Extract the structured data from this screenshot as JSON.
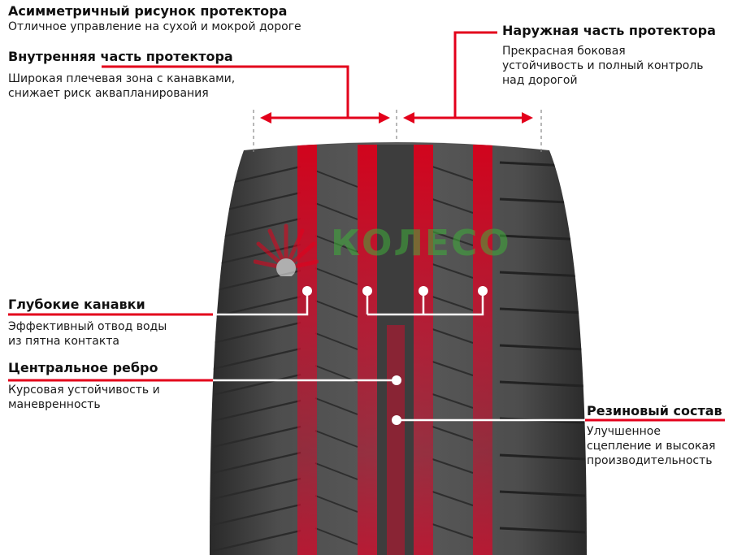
{
  "colors": {
    "accent": "#e3001b",
    "tire": "#4a4a4a",
    "watermark_green": "#3fae3a"
  },
  "labels": {
    "asym": {
      "title": "Асимметричный рисунок протектора",
      "desc": [
        "Отличное управление на сухой и мокрой дороге"
      ]
    },
    "inner": {
      "title": "Внутренняя часть протектора",
      "desc": [
        "Широкая плечевая зона с канавками,",
        "снижает риск аквапланирования"
      ]
    },
    "outer": {
      "title": "Наружная часть протектора",
      "desc": [
        "Прекрасная боковая",
        "устойчивость и полный контроль",
        "над дорогой"
      ]
    },
    "grooves": {
      "title": "Глубокие канавки",
      "desc": [
        "Эффективный отвод воды",
        "из пятна контакта"
      ]
    },
    "center": {
      "title": "Центральное ребро",
      "desc": [
        "Курсовая устойчивость и",
        "маневренность"
      ]
    },
    "rubber": {
      "title": "Резиновый состав",
      "desc": [
        "Улучшенное",
        "сцепление и высокая",
        "производительность"
      ]
    }
  },
  "watermark": {
    "text": "КОЛЕСО",
    "icon": "sun-rays-logo-icon"
  }
}
